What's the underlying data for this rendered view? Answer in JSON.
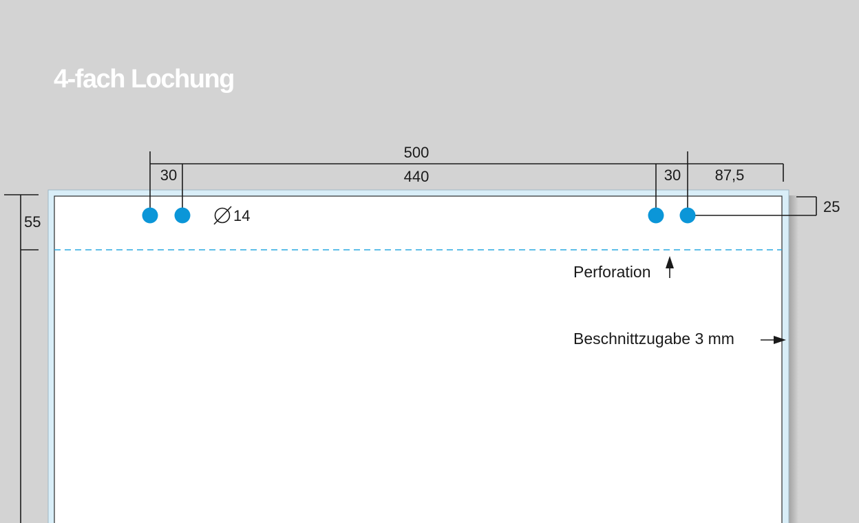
{
  "title": "4-fach Lochung",
  "dimensions": {
    "total_width": "500",
    "inner_width": "440",
    "left_spacing": "30",
    "right_spacing": "30",
    "right_margin": "87,5",
    "top_offset": "25",
    "perforation_offset": "55",
    "hole_diameter": "14"
  },
  "labels": {
    "perforation": "Perforation",
    "bleed": "Beschnittzugabe 3 mm"
  },
  "colors": {
    "hole": "#0b96d8",
    "perforation_line": "#29a9e0",
    "bleed_fill": "#d9eef8",
    "background": "#d3d3d3"
  },
  "icons": {
    "diameter": "diameter-icon",
    "arrow_up": "arrow-up-icon",
    "arrow_right": "arrow-right-icon"
  }
}
